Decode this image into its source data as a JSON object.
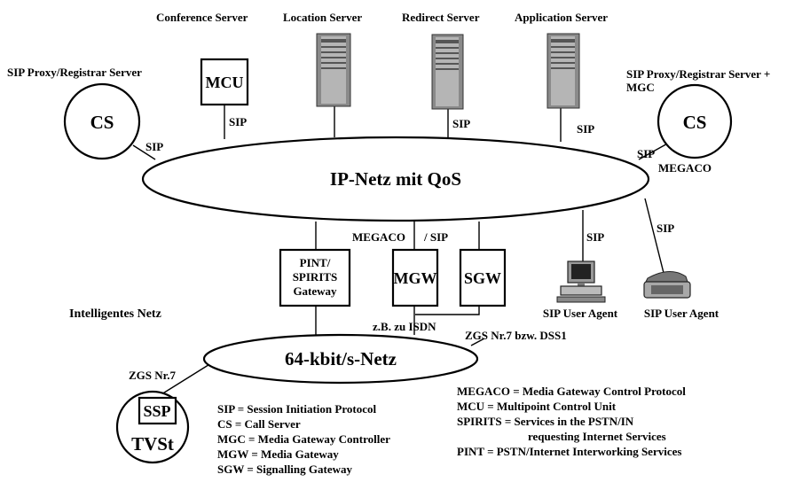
{
  "servers": {
    "conference": "Conference Server",
    "location": "Location Server",
    "redirect": "Redirect Server",
    "application": "Application Server",
    "proxy_left": "SIP Proxy/Registrar Server",
    "proxy_right_1": "SIP Proxy/Registrar Server +",
    "proxy_right_2": "MGC"
  },
  "nodes": {
    "mcu": "MCU",
    "cs": "CS",
    "ip_net": "IP-Netz mit QoS",
    "pint_1": "PINT/",
    "pint_2": "SPIRITS",
    "pint_3": "Gateway",
    "mgw": "MGW",
    "sgw": "SGW",
    "net64": "64-kbit/s-Netz",
    "ssp": "SSP",
    "tvst": "TVSt",
    "intelligent_net": "Intelligentes Netz",
    "user_agent": "SIP User Agent"
  },
  "links": {
    "sip": "SIP",
    "megaco": "MEGACO",
    "slash_sip": "/ SIP",
    "isdn": "z.B. zu ISDN",
    "zgs_dss1": "ZGS Nr.7 bzw. DSS1",
    "zgs": "ZGS Nr.7"
  },
  "legend_left": [
    "SIP = Session Initiation Protocol",
    "CS = Call Server",
    "MGC = Media Gateway Controller",
    "MGW = Media Gateway",
    "SGW = Signalling Gateway"
  ],
  "legend_right": [
    "MEGACO = Media Gateway Control Protocol",
    "MCU = Multipoint Control Unit",
    "SPIRITS = Services in the PSTN/IN",
    "requesting Internet Services",
    "PINT = PSTN/Internet Interworking Services"
  ]
}
